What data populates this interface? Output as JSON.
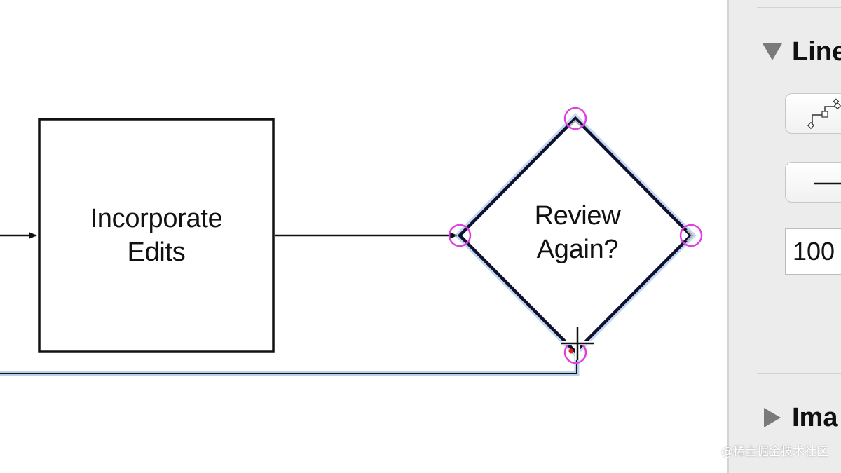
{
  "diagram": {
    "process_box": {
      "line1": "Incorporate",
      "line2": "Edits"
    },
    "decision": {
      "line1": "Review",
      "line2": "Again?"
    }
  },
  "colors": {
    "stroke": "#111111",
    "selection_glow": "#9bbce6",
    "magnet": "#e040e0",
    "cursor_dot": "#e02020"
  },
  "inspector": {
    "lines_section": {
      "title": "Line",
      "expanded": true
    },
    "line_shape_icon": "orthogonal-line-icon",
    "line_style_icon": "solid-line-icon",
    "width_value": "100",
    "image_section": {
      "title": "Ima",
      "expanded": false
    }
  },
  "watermark": "@稀土掘金技术社区"
}
